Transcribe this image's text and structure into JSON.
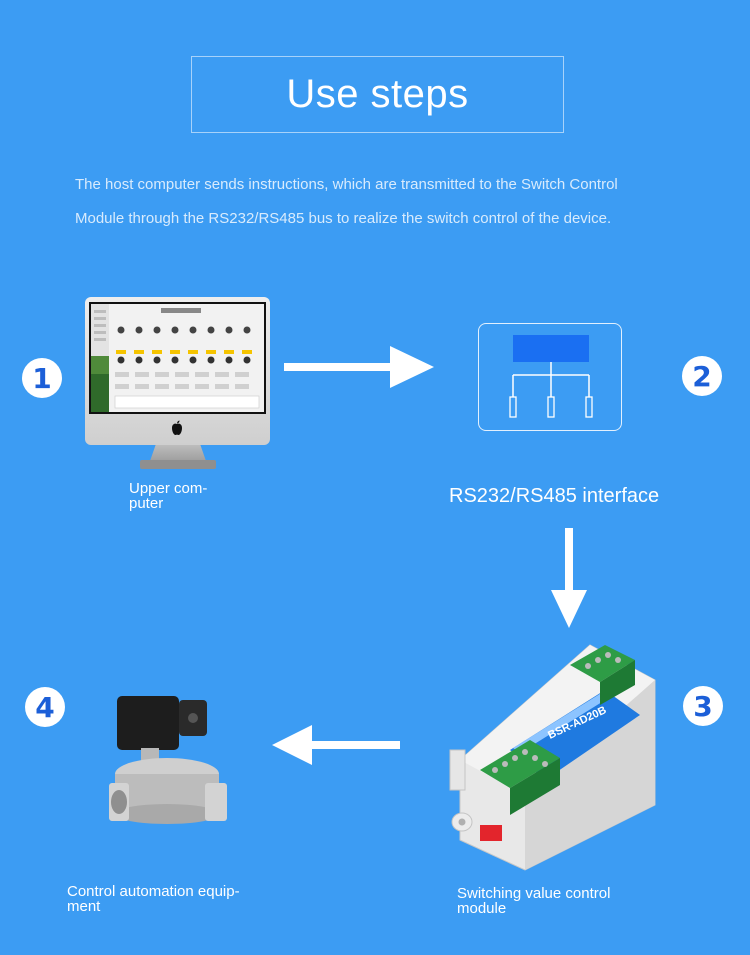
{
  "title": "Use steps",
  "intro": {
    "line1": "The host computer sends instructions, which are transmitted to the Switch Control",
    "line2": "Module through the RS232/RS485 bus to realize the switch control of the device."
  },
  "steps": [
    {
      "number": "1",
      "caption_line1": "Upper com-",
      "caption_line2": "puter"
    },
    {
      "number": "2",
      "caption": "RS232/RS485 interface"
    },
    {
      "number": "3",
      "caption_line1": "Switching value control",
      "caption_line2": "module"
    },
    {
      "number": "4",
      "caption_line1": "Control automation equip-",
      "caption_line2": "ment"
    }
  ],
  "module_labels": {
    "model": "BSR-AD20B"
  },
  "colors": {
    "background": "#3c9cf3",
    "badge_text": "#1c5fd8",
    "interface_block": "#1a6ff2"
  }
}
